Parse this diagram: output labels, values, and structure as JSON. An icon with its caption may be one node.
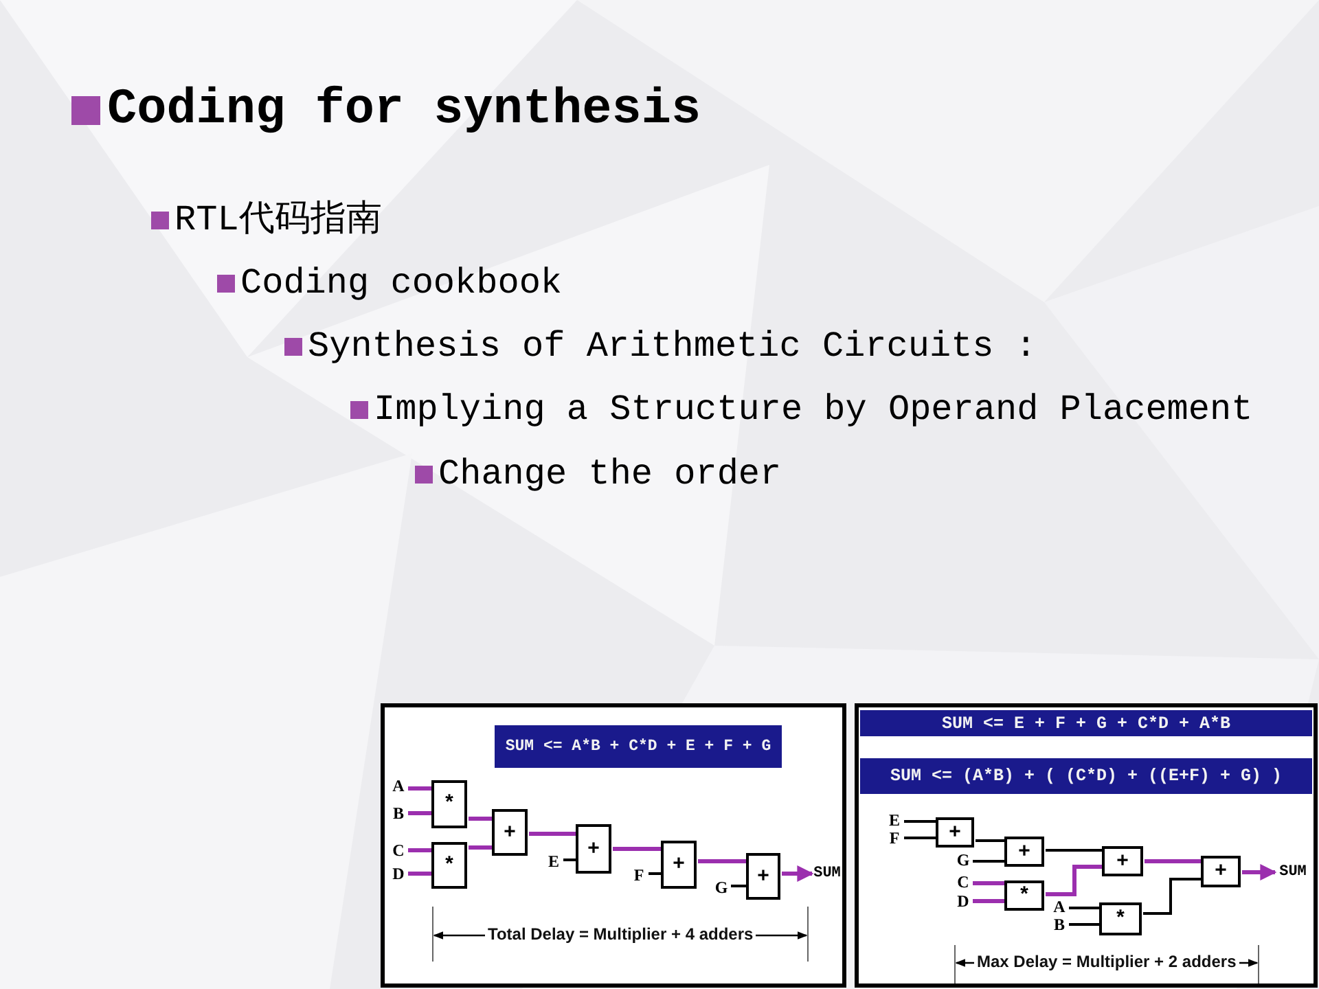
{
  "diagram": {
    "title": "Coding for synthesis",
    "nodes": [
      {
        "text": [
          "SUM <= A*B + C*D + E + F + G"
        ]
      },
      {
        "text": [
          "A"
        ]
      },
      {
        "text": [
          "B"
        ]
      },
      {
        "text": [
          "*"
        ]
      },
      {
        "text": [
          "C"
        ]
      },
      {
        "text": [
          "D"
        ]
      },
      {
        "text": [
          "*"
        ]
      },
      {
        "text": [
          "+"
        ]
      },
      {
        "text": [
          "E"
        ]
      },
      {
        "text": [
          "+"
        ]
      },
      {
        "text": [
          "F"
        ]
      },
      {
        "text": [
          "+"
        ]
      },
      {
        "text": [
          "G"
        ]
      },
      {
        "text": [
          "+"
        ]
      },
      {
        "text": [
          "SUM"
        ]
      },
      {
        "text": [
          "SUM <= E + F + G + C*D + A*B"
        ]
      },
      {
        "text": [
          "SUM <= (A*B) + ( (C*D) + ((E+F) + G) )"
        ]
      },
      {
        "text": [
          "E"
        ]
      },
      {
        "text": [
          "F"
        ]
      },
      {
        "text": [
          "+"
        ]
      },
      {
        "text": [
          "G"
        ]
      },
      {
        "text": [
          "+"
        ]
      },
      {
        "text": [
          "+"
        ]
      },
      {
        "text": [
          "+"
        ]
      },
      {
        "text": [
          "SUM"
        ]
      },
      {
        "text": [
          "C"
        ]
      },
      {
        "text": [
          "D"
        ]
      },
      {
        "text": [
          "*"
        ]
      },
      {
        "text": [
          "A"
        ]
      },
      {
        "text": [
          "B"
        ]
      },
      {
        "text": [
          "*"
        ]
      }
    ],
    "edges": [
      {
        "from": 1,
        "to": 3,
        "arrow": "none"
      },
      {
        "from": 2,
        "to": 3,
        "arrow": "none"
      },
      {
        "from": 4,
        "to": 6,
        "arrow": "none"
      },
      {
        "from": 5,
        "to": 6,
        "arrow": "none"
      },
      {
        "from": 3,
        "to": 7,
        "arrow": "none"
      },
      {
        "from": 6,
        "to": 7,
        "arrow": "none"
      },
      {
        "from": 7,
        "to": 9,
        "arrow": "none"
      },
      {
        "from": 8,
        "to": 9,
        "arrow": "none",
        "color": "#000000"
      },
      {
        "from": 9,
        "to": 11,
        "arrow": "none"
      },
      {
        "from": 10,
        "to": 11,
        "arrow": "none",
        "color": "#000000"
      },
      {
        "from": 11,
        "to": 13,
        "arrow": "none"
      },
      {
        "from": 12,
        "to": 13,
        "arrow": "none",
        "color": "#000000"
      },
      {
        "from": 13,
        "to": 14,
        "arrow": "to"
      },
      {
        "from": 17,
        "to": 19,
        "arrow": "none",
        "color": "#000000"
      },
      {
        "from": 18,
        "to": 19,
        "arrow": "none",
        "color": "#000000"
      },
      {
        "from": 19,
        "to": 21,
        "arrow": "none",
        "color": "#000000"
      },
      {
        "from": 20,
        "to": 21,
        "arrow": "none",
        "color": "#000000"
      },
      {
        "from": 21,
        "to": 22,
        "arrow": "none",
        "color": "#000000"
      },
      {
        "from": 25,
        "to": 27,
        "arrow": "none"
      },
      {
        "from": 26,
        "to": 27,
        "arrow": "none"
      },
      {
        "from": 27,
        "to": 22,
        "arrow": "none"
      },
      {
        "from": 22,
        "to": 23,
        "arrow": "none"
      },
      {
        "from": 28,
        "to": 30,
        "arrow": "none",
        "color": "#000000"
      },
      {
        "from": 29,
        "to": 30,
        "arrow": "none",
        "color": "#000000"
      },
      {
        "from": 30,
        "to": 23,
        "arrow": "none",
        "color": "#000000"
      },
      {
        "from": 23,
        "to": 24,
        "arrow": "to"
      }
    ],
    "labels": [
      "RTL代码指南",
      "Coding cookbook",
      "Synthesis of Arithmetic Circuits :",
      "Implying a Structure by Operand Placement",
      "Change the order",
      "Total Delay = Multiplier + 4 adders",
      "Max Delay = Multiplier + 2 adders"
    ]
  }
}
